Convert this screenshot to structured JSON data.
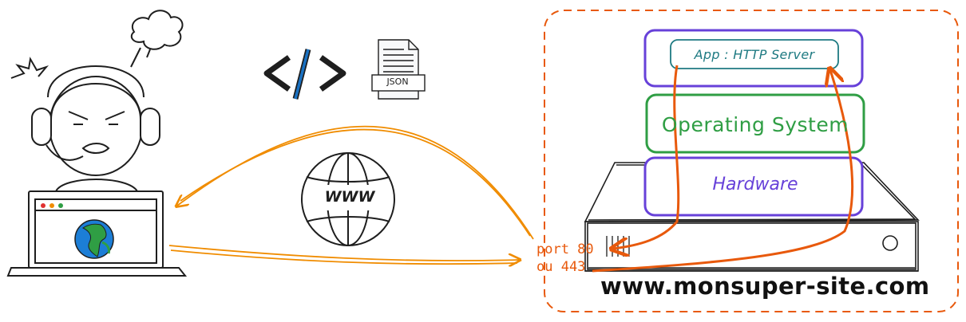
{
  "diagram": {
    "stack": {
      "app": "App : HTTP Server",
      "os": "Operating System",
      "hardware": "Hardware"
    },
    "port": {
      "line1": "port 80",
      "line2": "ou 443"
    },
    "domain": "www.monsuper-site.com",
    "globe_text": "WWW",
    "file_label": "JSON",
    "code_symbol": "</>"
  },
  "colors": {
    "outline": "#1e1e1e",
    "server_box": "#e8590c",
    "purple": "#6741d9",
    "green": "#2f9e44",
    "teal": "#1e7a82",
    "orange_arrow": "#f08c00",
    "red_arrow": "#e8590c",
    "code_blue": "#1971c2",
    "globe_blue": "#1c7ed6",
    "globe_green": "#2f9e44"
  }
}
